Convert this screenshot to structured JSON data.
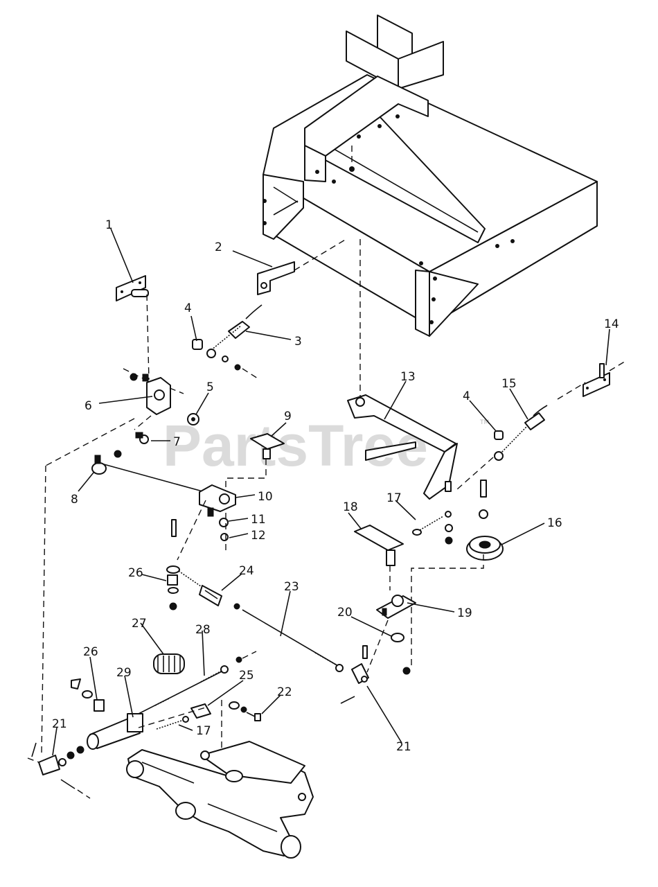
{
  "watermark": {
    "text": "PartsTree",
    "trademark": "TM"
  },
  "callouts": {
    "c1": "1",
    "c2": "2",
    "c3": "3",
    "c4a": "4",
    "c4b": "4",
    "c5": "5",
    "c6": "6",
    "c7": "7",
    "c8": "8",
    "c9": "9",
    "c10": "10",
    "c11": "11",
    "c12": "12",
    "c13": "13",
    "c14": "14",
    "c15": "15",
    "c16": "16",
    "c17a": "17",
    "c17b": "17",
    "c18": "18",
    "c19": "19",
    "c20": "20",
    "c21a": "21",
    "c21b": "21",
    "c22": "22",
    "c23": "23",
    "c24": "24",
    "c25": "25",
    "c26a": "26",
    "c26b": "26",
    "c27": "27",
    "c28": "28",
    "c29": "29"
  }
}
